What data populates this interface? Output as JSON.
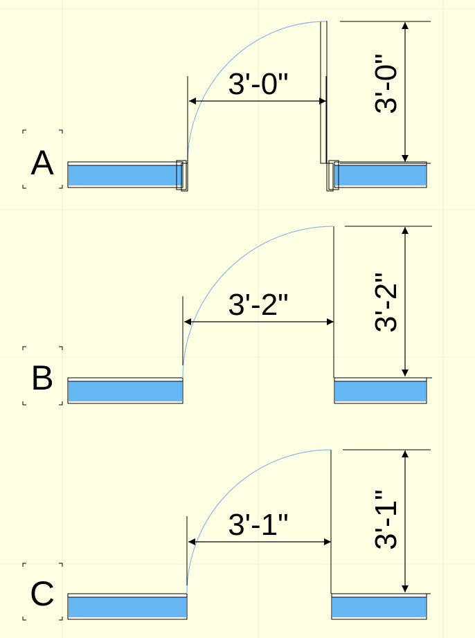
{
  "colors": {
    "background": "#ffffe3",
    "wall_fill": "#66b8f4",
    "line": "#000000",
    "swing_arc": "#8ab8e6",
    "grid": "#efefcf"
  },
  "doors": [
    {
      "id": "a",
      "label": "A",
      "horizontal_dimension": "3'-0\"",
      "vertical_dimension": "3'-0\"",
      "has_frame": true
    },
    {
      "id": "b",
      "label": "B",
      "horizontal_dimension": "3'-2\"",
      "vertical_dimension": "3'-2\"",
      "has_frame": false
    },
    {
      "id": "c",
      "label": "C",
      "horizontal_dimension": "3'-1\"",
      "vertical_dimension": "3'-1\"",
      "has_frame": false
    }
  ]
}
